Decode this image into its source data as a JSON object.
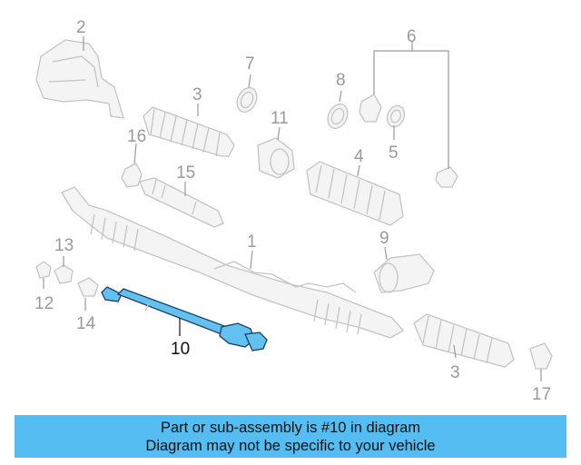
{
  "callouts": {
    "c1": "1",
    "c2": "2",
    "c3a": "3",
    "c3b": "3",
    "c4": "4",
    "c5": "5",
    "c6": "6",
    "c7": "7",
    "c8": "8",
    "c9": "9",
    "c10": "10",
    "c11": "11",
    "c12": "12",
    "c13": "13",
    "c14": "14",
    "c15": "15",
    "c16": "16",
    "c17": "17"
  },
  "highlight": {
    "part_number": "10",
    "color": "#63c1ef"
  },
  "banner": {
    "line1": "Part or sub-assembly is #10 in diagram",
    "line2": "Diagram may not be specific to your vehicle",
    "background": "#55bdf2"
  }
}
